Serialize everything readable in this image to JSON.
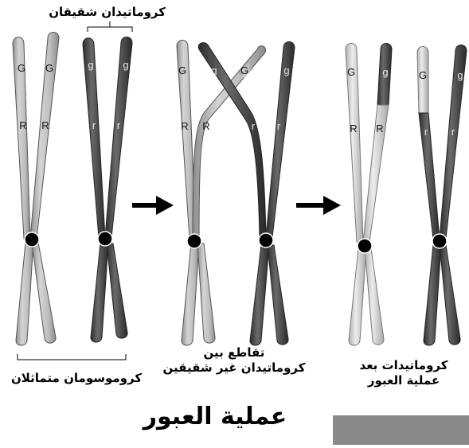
{
  "labels": {
    "sister_chromatids": "كروماتيدان شقيقان",
    "homologous_chromosomes": "كروموسومان متماثلان",
    "crossing_line1": "تقاطع بين",
    "crossing_line2": "كروماتيدان غير شقيقين",
    "after_line1": "كروماتيدات بعد",
    "after_line2": "عملية العبور",
    "title": "عملية العبور"
  },
  "alleles": {
    "G": "G",
    "g": "g",
    "R": "R",
    "r": "r"
  },
  "colors": {
    "light_chromatid": "#b8b8b8",
    "dark_chromatid": "#4a4a4a",
    "centromere": "#000000",
    "bar": "#8a8a8a"
  }
}
